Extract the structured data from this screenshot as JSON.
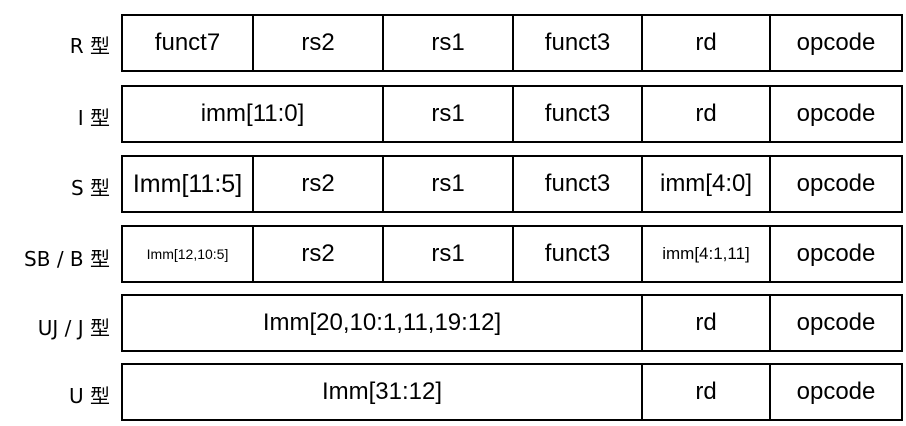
{
  "rows": [
    {
      "label": "R 型",
      "fields": [
        "funct7",
        "rs2",
        "rs1",
        "funct3",
        "rd",
        "opcode"
      ]
    },
    {
      "label": "I 型",
      "fields": [
        "imm[11:0]",
        "rs1",
        "funct3",
        "rd",
        "opcode"
      ]
    },
    {
      "label": "S 型",
      "fields": [
        "Imm[11:5]",
        "rs2",
        "rs1",
        "funct3",
        "imm[4:0]",
        "opcode"
      ]
    },
    {
      "label": "SB / B 型",
      "fields": [
        "Imm[12,10:5]",
        "rs2",
        "rs1",
        "funct3",
        "imm[4:1,11]",
        "opcode"
      ]
    },
    {
      "label": "UJ / J 型",
      "fields": [
        "Imm[20,10:1,11,19:12]",
        "rd",
        "opcode"
      ]
    },
    {
      "label": "U 型",
      "fields": [
        "Imm[31:12]",
        "rd",
        "opcode"
      ]
    }
  ]
}
